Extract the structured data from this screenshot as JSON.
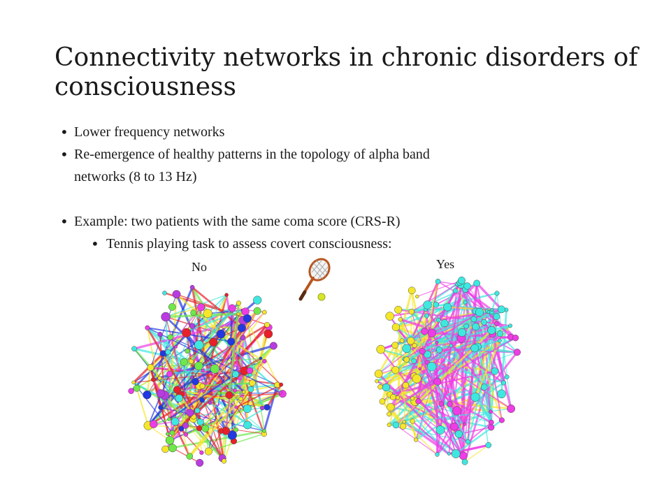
{
  "slide": {
    "title": "Connectivity networks in chronic disorders of consciousness",
    "bullets": [
      {
        "text": "Lower frequency networks"
      },
      {
        "text": "Re-emergence of healthy patterns in the topology of alpha band"
      },
      {
        "text": "networks (8 to 13 Hz)"
      },
      {
        "text": "Example: two patients with the same coma score (CRS-R)"
      },
      {
        "text": "Tennis playing task to assess covert consciousness:"
      }
    ],
    "labels": {
      "left": "No",
      "right": "Yes"
    },
    "icons": {
      "racket": "tennis-racket-icon"
    },
    "colors": {
      "yellow": "#f5e62a",
      "cyan": "#3ee8e0",
      "magenta": "#ee3ce6",
      "red": "#e8202a",
      "green": "#6ee84a",
      "blue": "#2238e0",
      "purple": "#b83ce0"
    }
  }
}
